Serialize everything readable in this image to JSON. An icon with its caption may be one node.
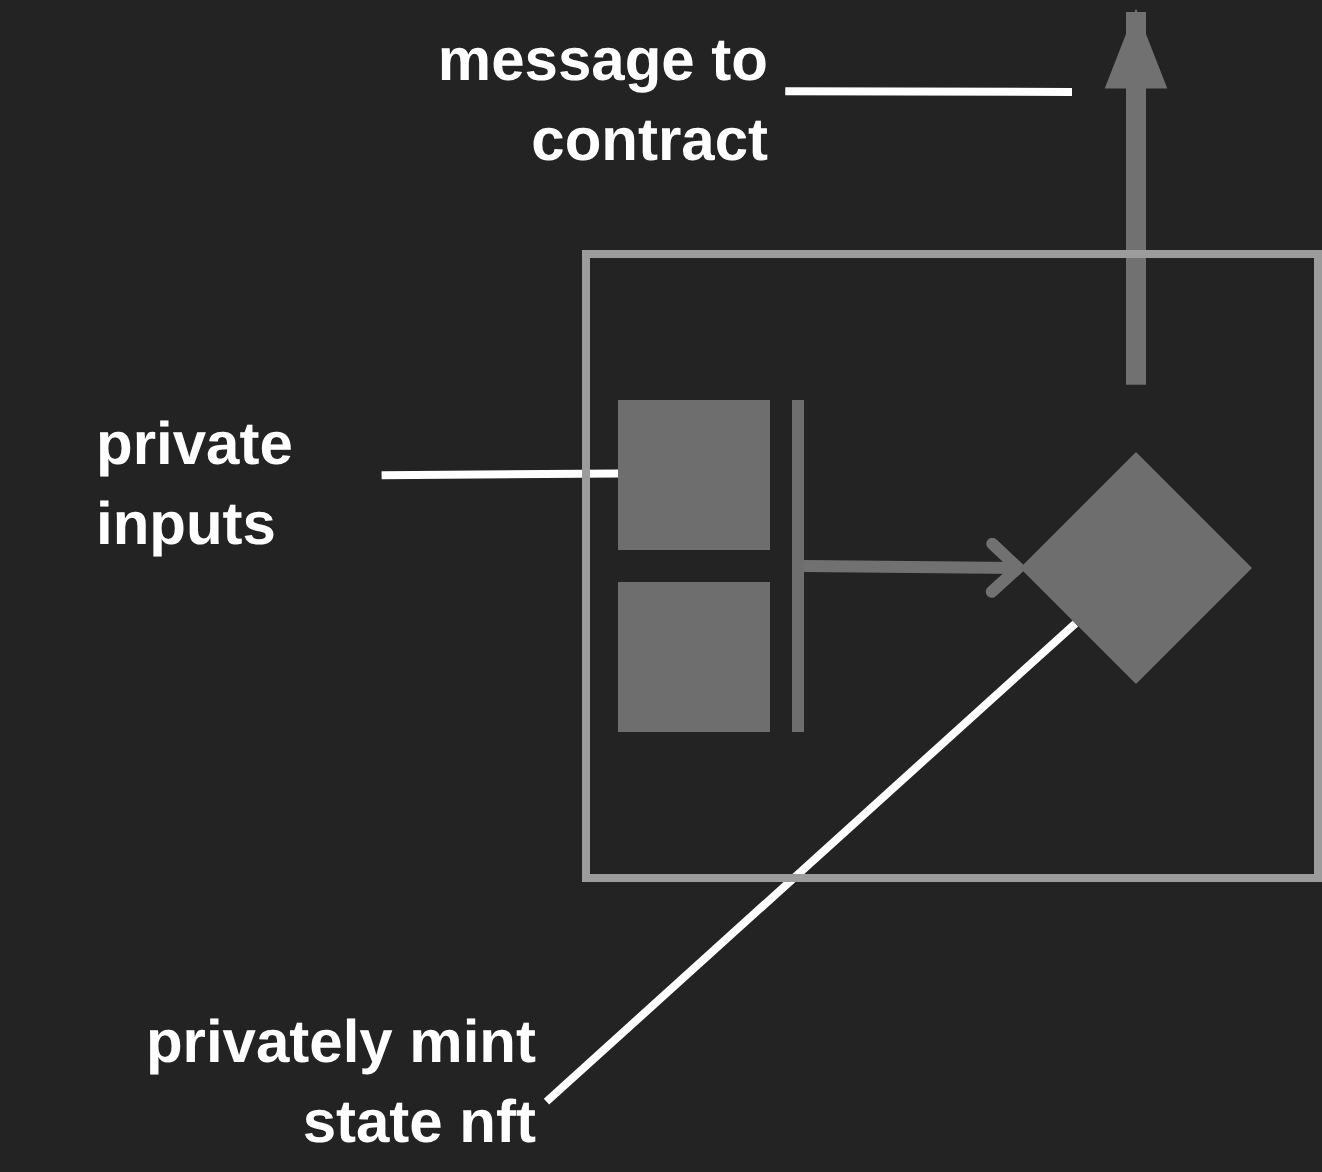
{
  "diagram": {
    "nodes": [
      {
        "text": [
          "message to contract"
        ]
      },
      {
        "text": [
          "private inputs"
        ]
      },
      {
        "text": [
          "privately mint state nft"
        ]
      },
      {
        "text": [],
        "shape": "box"
      },
      {
        "text": [],
        "shape": "box",
        "in": 3
      },
      {
        "text": [],
        "shape": "box",
        "in": 3
      },
      {
        "text": [],
        "shape": "bar",
        "in": 3
      },
      {
        "text": [],
        "shape": "diamond",
        "in": 3
      }
    ],
    "edges": [
      {
        "from": 0,
        "to": null,
        "arrow": "none"
      },
      {
        "from": 1,
        "to": 4,
        "arrow": "none"
      },
      {
        "from": 2,
        "to": 7,
        "arrow": "none"
      },
      {
        "from": 7,
        "to": null,
        "arrow": "to",
        "style": "thick",
        "color": "#717171"
      },
      {
        "from": 6,
        "to": 7,
        "arrow": "to",
        "color": "#717171"
      }
    ]
  }
}
